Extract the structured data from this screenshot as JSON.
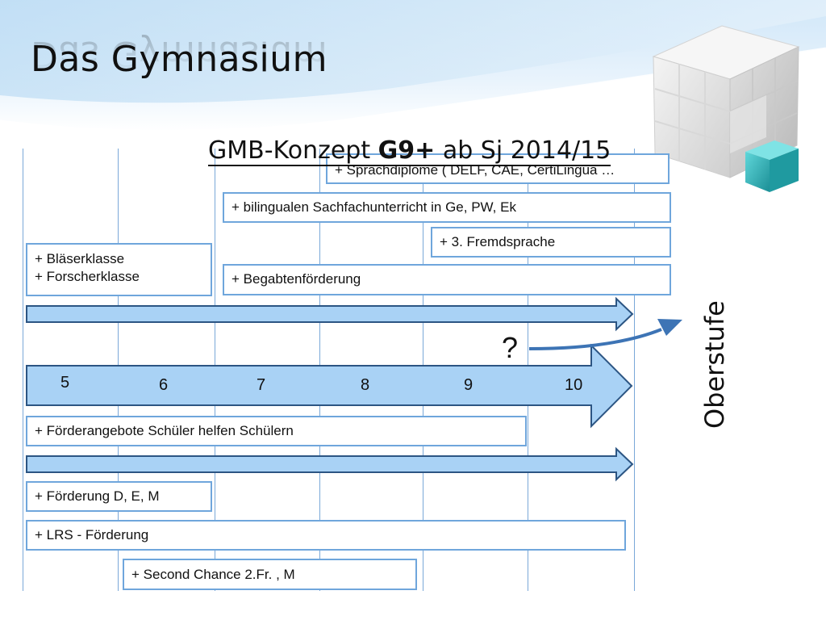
{
  "title": "Das Gymnasium",
  "subtitle": {
    "prefix": "GMB-Konzept ",
    "bold": "G9+",
    "suffix": " ab Sj 2014/15"
  },
  "boxes": {
    "sprachdiplome": "+ Sprachdiplome  ( DELF, CAE, CertiLingua …",
    "bilingual": "+ bilingualen Sachfachunterricht in Ge, PW, Ek",
    "fremdsprache": "+ 3. Fremdsprache",
    "blaeser": "+ Bläserklasse",
    "forscher": "+ Forscherklasse",
    "begabten": "+ Begabtenförderung",
    "schueler_helfen": "+ Förderangebote Schüler helfen Schülern",
    "foerderung_dem": "+ Förderung  D, E, M",
    "lrs": "+ LRS - Förderung",
    "second_chance": "+ Second Chance 2.Fr. , M"
  },
  "grades": [
    "5",
    "6",
    "7",
    "8",
    "9",
    "10"
  ],
  "question_mark": "?",
  "oberstufe": "Oberstufe",
  "colors": {
    "arrow_fill": "#a9d2f5",
    "arrow_stroke": "#2c5583",
    "box_border": "#6fa6dc",
    "curve": "#3d74b5",
    "cube_teal": "#29b0b6"
  }
}
